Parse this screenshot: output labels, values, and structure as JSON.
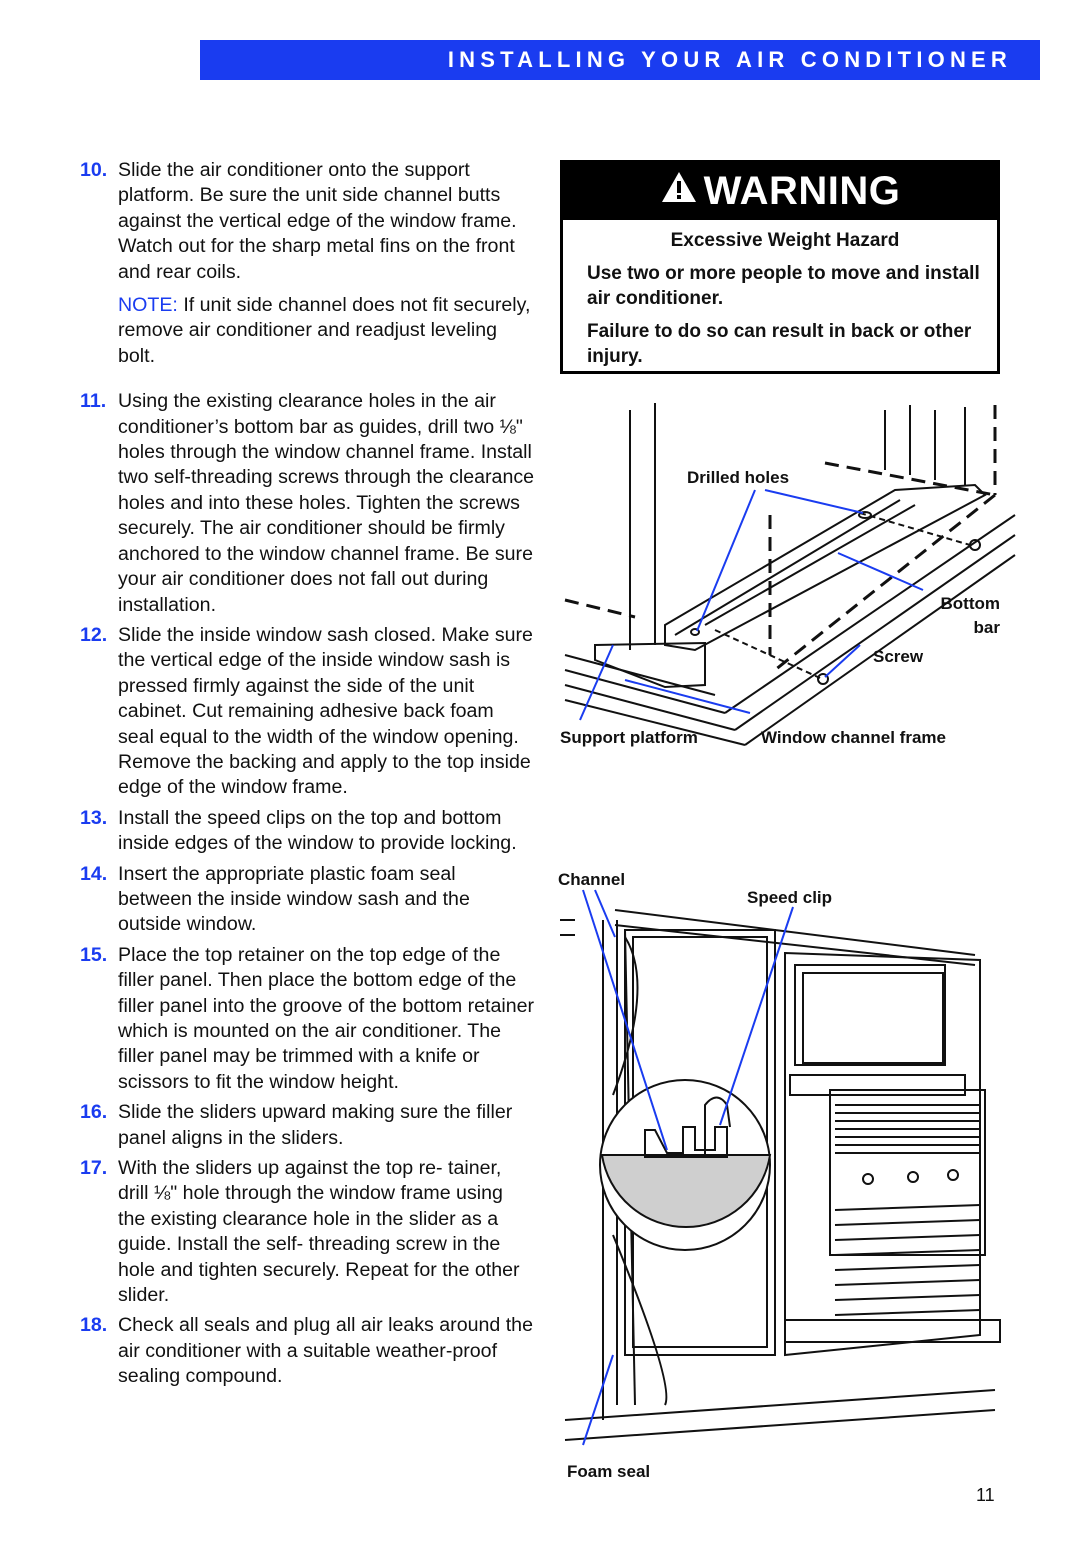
{
  "header": {
    "title": "INSTALLING YOUR AIR CONDITIONER"
  },
  "steps": [
    {
      "num": "10.",
      "text": "Slide the air conditioner onto the support platform. Be sure the unit side channel butts against the vertical edge of the window frame. Watch out for the sharp metal fins on the front and rear coils.",
      "note_label": "NOTE:",
      "note_text": " If unit side channel does not fit securely, remove air conditioner and readjust leveling bolt."
    },
    {
      "num": "11.",
      "text": "Using the existing clearance holes in the air conditioner’s bottom bar as guides, drill two ⅛\" holes through the window channel frame. Install two self-threading screws through the clearance holes and into these holes. Tighten the screws securely. The air conditioner should be firmly anchored to the window channel frame. Be sure your air conditioner does not fall out during installation."
    },
    {
      "num": "12.",
      "text": "Slide the inside window sash closed. Make sure the vertical edge of the inside window sash is pressed firmly against the side of the unit cabinet. Cut remaining adhesive back foam seal equal to the width of the window opening. Remove the backing and apply to the top inside edge of the window frame."
    },
    {
      "num": "13.",
      "text": "Install the speed clips on the top and bottom inside edges of the window to provide locking."
    },
    {
      "num": "14.",
      "text": "Insert the appropriate plastic foam seal between the inside window sash and the outside window."
    },
    {
      "num": "15.",
      "text": "Place the top retainer on the top edge of the filler panel. Then place the bottom edge of the filler panel into the groove of the bottom retainer which is mounted on the air conditioner. The filler panel may be trimmed with a knife or scissors to fit the window height."
    },
    {
      "num": "16.",
      "text": "Slide the sliders upward making sure the filler panel aligns in the sliders."
    },
    {
      "num": "17.",
      "text": "With the sliders up against the top re- tainer, drill ⅛\" hole through the window frame using the existing clearance hole in the slider as a guide. Install the self- threading screw in the hole and tighten securely. Repeat for the other slider."
    },
    {
      "num": "18.",
      "text": "Check all seals and plug all air leaks around the air conditioner with a suitable weather-proof sealing compound."
    }
  ],
  "warning": {
    "heading": "WARNING",
    "icon": "warning-triangle-icon",
    "title": "Excessive Weight Hazard",
    "line1": "Use two or more people to move and install air conditioner.",
    "line2": "Failure to do so can result in back or other injury."
  },
  "figure1": {
    "drilled_holes": "Drilled holes",
    "bottom": "Bottom",
    "bar": "bar",
    "screw": "Screw",
    "support_platform": "Support platform",
    "window_channel_frame": "Window channel frame"
  },
  "figure2": {
    "channel": "Channel",
    "speed_clip": "Speed clip",
    "foam_seal": "Foam seal"
  },
  "page_number": "11",
  "colors": {
    "accent": "#1a3cf0",
    "text": "#111111",
    "warning_bg": "#000000"
  }
}
